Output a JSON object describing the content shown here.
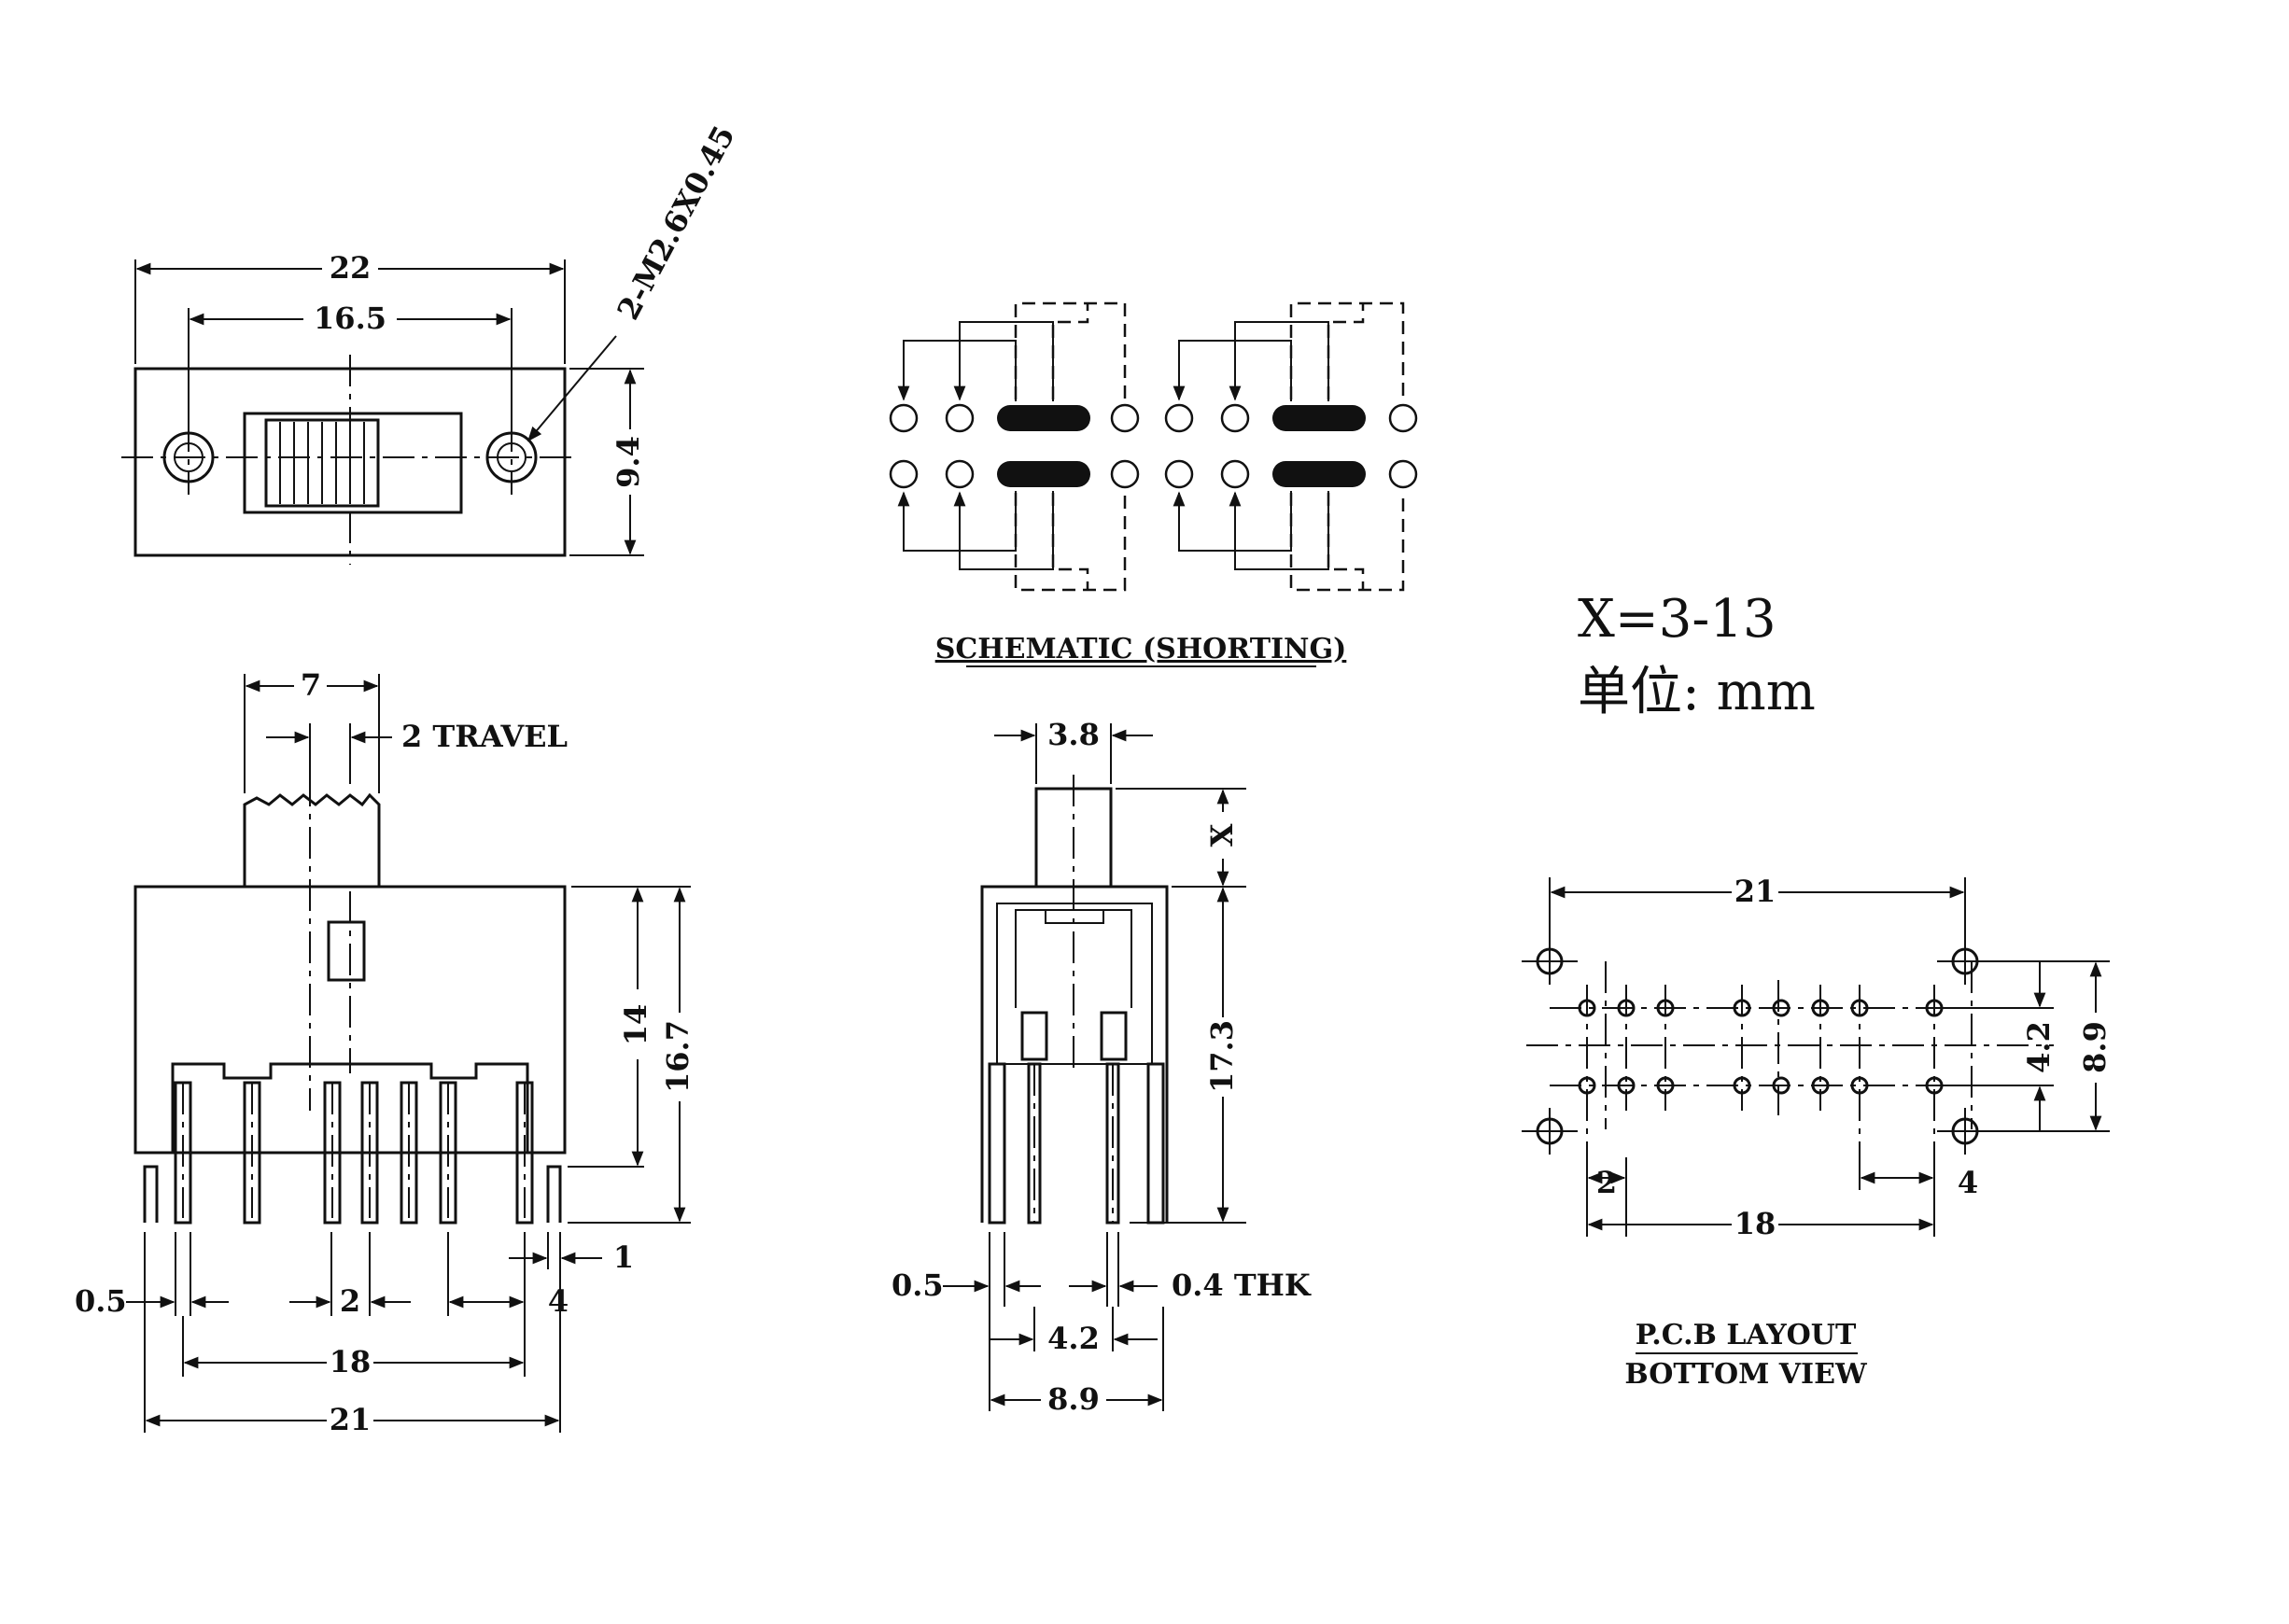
{
  "units": {
    "x_range": "X=3-13",
    "unit_label": "单位: mm"
  },
  "schematic": {
    "caption": "SCHEMATIC (SHORTING)"
  },
  "top_view": {
    "dim_overall_width": "22",
    "dim_hole_spacing": "16.5",
    "dim_height": "9.4",
    "dim_screw": "2-M2.6X0.45"
  },
  "front_view": {
    "dim_knob_width": "7",
    "dim_travel": "2 TRAVEL",
    "dim_body_height": "14",
    "dim_total_height": "16.7",
    "dim_pin_width": "0.5",
    "dim_pin_pitch": "2",
    "dim_side_offset": "4",
    "dim_foot": "1",
    "dim_inner_span": "18",
    "dim_outer_span": "21"
  },
  "side_view": {
    "dim_knob_width": "3.8",
    "dim_knob_height": "X",
    "dim_height": "17.3",
    "dim_pin_width": "0.5",
    "dim_thickness": "0.4 THK",
    "dim_row_spacing": "4.2",
    "dim_outer_spacing": "8.9"
  },
  "pcb_layout": {
    "caption_line1": "P.C.B LAYOUT",
    "caption_line2": "BOTTOM VIEW",
    "dim_mount_span": "21",
    "dim_row_spacing": "4.2",
    "dim_mount_spacing": "8.9",
    "dim_pin_pitch": "2",
    "dim_gap": "4",
    "dim_pin_span": "18"
  }
}
